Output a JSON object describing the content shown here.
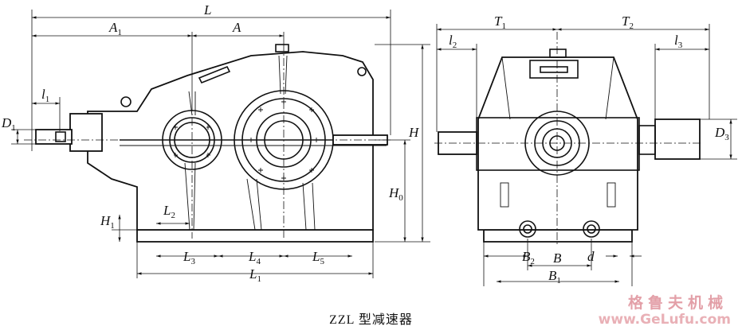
{
  "caption": "ZZL 型减速器",
  "watermark": {
    "cn": "格鲁夫机械",
    "url": "www.GeLufu.com"
  },
  "labels": {
    "L": "L",
    "A1": "A",
    "A1_sub": "1",
    "A": "A",
    "l1": "l",
    "l1_sub": "1",
    "D1": "D",
    "D1_sub": "1",
    "H": "H",
    "H0": "H",
    "H0_sub": "0",
    "H1": "H",
    "H1_sub": "1",
    "L2": "L",
    "L2_sub": "2",
    "L3": "L",
    "L3_sub": "3",
    "L4": "L",
    "L4_sub": "4",
    "L5": "L",
    "L5_sub": "5",
    "L1": "L",
    "L1_sub": "1",
    "T1": "T",
    "T1_sub": "1",
    "T2": "T",
    "T2_sub": "2",
    "l2": "l",
    "l2_sub": "2",
    "l3": "l",
    "l3_sub": "3",
    "D3": "D",
    "D3_sub": "3",
    "B2": "B",
    "B2_sub": "2",
    "B": "B",
    "d": "d",
    "B1": "B",
    "B1_sub": "1"
  }
}
